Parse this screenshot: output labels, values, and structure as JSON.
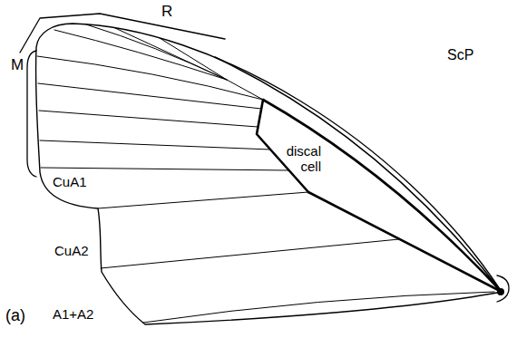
{
  "diagram": {
    "labels": [
      "R",
      "M",
      "ScP",
      "discal cell",
      "CuA1",
      "CuA2",
      "A1+A2",
      "(a)"
    ]
  }
}
